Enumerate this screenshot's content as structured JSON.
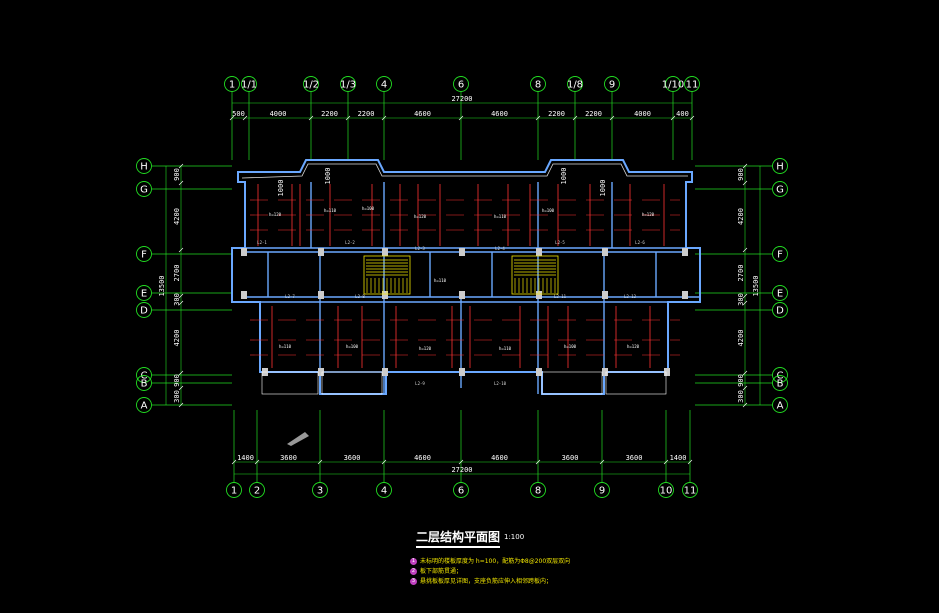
{
  "title": "二层结构平面图",
  "scale": "1:100",
  "colors": {
    "grid": "#22dd22",
    "wall": "#6aa8ff",
    "beam": "#ff3333",
    "stair": "#f2e600",
    "text": "#ffffff"
  },
  "top_axes": [
    "1",
    "1/1",
    "1/2",
    "1/3",
    "4",
    "6",
    "8",
    "1/8",
    "9",
    "1/10",
    "11"
  ],
  "bottom_axes": [
    "1",
    "2",
    "3",
    "4",
    "6",
    "8",
    "9",
    "10",
    "11"
  ],
  "row_axes": [
    "H",
    "G",
    "F",
    "E",
    "D",
    "C",
    "B",
    "A"
  ],
  "top_total": "27200",
  "top_segments": [
    "500",
    "4000",
    "2200",
    "2200",
    "4600",
    "4600",
    "2200",
    "2200",
    "4000",
    "400"
  ],
  "bottom_total": "27200",
  "bottom_segments": [
    "1400",
    "3600",
    "3600",
    "4600",
    "4600",
    "3600",
    "3600",
    "1400"
  ],
  "left_total": "13500",
  "left_segments": [
    "900",
    "4200",
    "2700",
    "300",
    "4200",
    "900",
    "300"
  ],
  "right_total": "13500",
  "right_segments": [
    "900",
    "4200",
    "2700",
    "300",
    "4200",
    "900",
    "300"
  ],
  "cutout_labels": [
    "1000",
    "1000",
    "1000",
    "1000"
  ],
  "beam_labels": [
    "L2-1",
    "L2-2",
    "L2-3",
    "L2-4",
    "L2-5",
    "L2-6",
    "L2-7",
    "L2-8",
    "L2-9",
    "L2-10",
    "L2-11",
    "L2-12"
  ],
  "room_labels": [
    "h=120",
    "h=110",
    "h=100",
    "h=120",
    "h=110",
    "h=100",
    "h=120",
    "h=110",
    "h=100",
    "h=120",
    "h=110",
    "h=100",
    "h=120",
    "h=110"
  ],
  "notes": [
    {
      "num": "1",
      "text": "未标明的楼板厚度为   h=100，配筋为Φ8@200双层双向"
    },
    {
      "num": "2",
      "text": "板下部筋贯通；"
    },
    {
      "num": "3",
      "text": "悬挑板板厚见详图，支座负筋应伸入相邻跨板内；"
    }
  ]
}
